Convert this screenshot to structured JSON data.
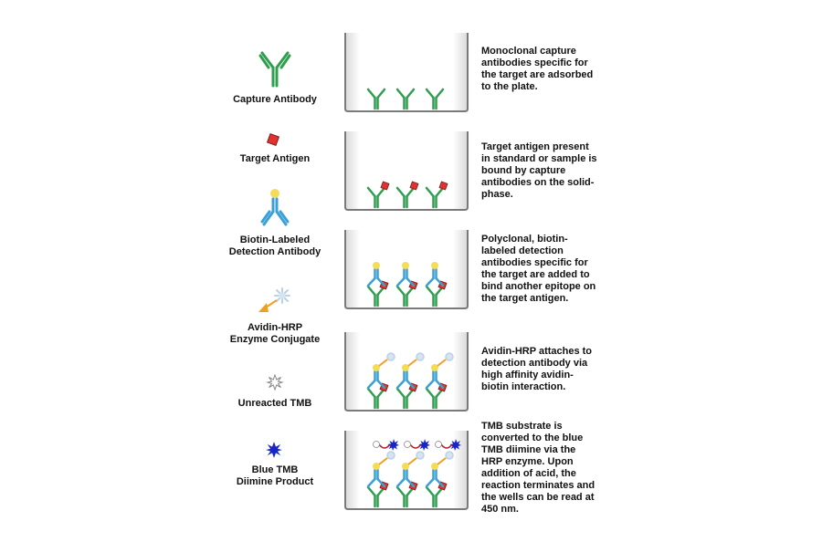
{
  "colors": {
    "capture_antibody": "#2e9e4f",
    "detection_antibody": "#3aa0d8",
    "antigen": "#e0322f",
    "biotin": "#f4dc5a",
    "hrp": "#b9d2e6",
    "avidin": "#f0a020",
    "tmb_product": "#1826c8",
    "well_border": "#7a7a7a"
  },
  "legend": [
    {
      "label": "Capture Antibody",
      "icon": "capture-antibody-icon"
    },
    {
      "label": "Target Antigen",
      "icon": "target-antigen-icon"
    },
    {
      "label": "Biotin-Labeled\nDetection Antibody",
      "icon": "detection-antibody-icon"
    },
    {
      "label": "Avidin-HRP\nEnzyme Conjugate",
      "icon": "avidin-hrp-icon"
    },
    {
      "label": "Unreacted TMB",
      "icon": "unreacted-tmb-icon"
    },
    {
      "label": "Blue TMB\nDiimine Product",
      "icon": "blue-tmb-icon"
    }
  ],
  "steps": [
    {
      "text": "Monoclonal capture\nantibodies specific for\nthe target are adsorbed\nto the plate."
    },
    {
      "text": "Target antigen present\nin standard or sample is\nbound by capture\nantibodies on the solid-\nphase."
    },
    {
      "text": "Polyclonal, biotin-\nlabeled detection\nantibodies specific for\nthe target are added to\nbind another epitope on\nthe target antigen."
    },
    {
      "text": "Avidin-HRP attaches to\ndetection antibody via\nhigh affinity avidin-\nbiotin interaction."
    },
    {
      "text": "TMB substrate is\nconverted to the blue\nTMB diimine via the\nHRP enzyme. Upon\naddition of acid, the\nreaction terminates and\nthe wells can be read at\n450 nm."
    }
  ]
}
